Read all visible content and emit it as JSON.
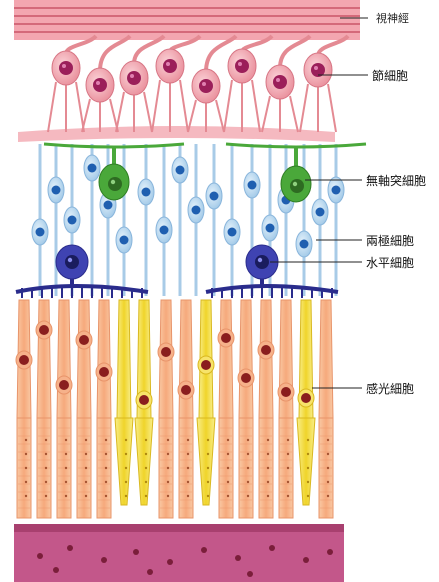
{
  "labels": {
    "optic_nerve": "視神經",
    "ganglion_cell": "節細胞",
    "amacrine_cell": "無軸突細胞",
    "bipolar_cell": "兩極細胞",
    "horizontal_cell": "水平細胞",
    "photoreceptor_cell": "感光細胞"
  },
  "colors": {
    "nerve_fiber": "#e48a93",
    "ganglion_body": "#f2a7b0",
    "ganglion_nucleus": "#9b1f5a",
    "amacrine": "#4aa83a",
    "bipolar_body": "#b9d8f0",
    "bipolar_nucleus": "#1f5fb0",
    "horizontal": "#2a2c8c",
    "rod": "#f7b48a",
    "cone": "#f3e14a",
    "receptor_nucleus": "#8a1e1e",
    "pigment_epithelium": "#c85b8c"
  }
}
